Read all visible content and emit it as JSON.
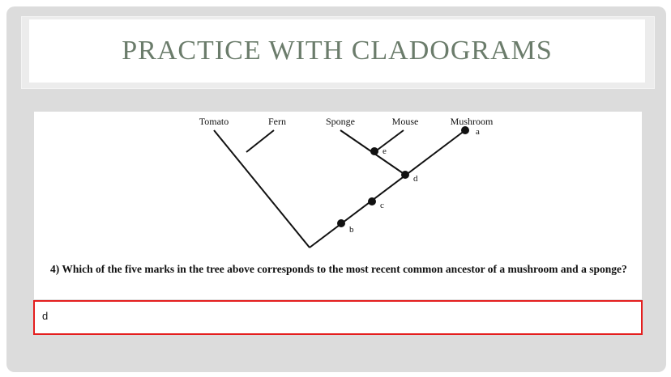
{
  "slide": {
    "title": "PRACTICE WITH CLADOGRAMS"
  },
  "cladogram": {
    "taxa": [
      "Tomato",
      "Fern",
      "Sponge",
      "Mouse",
      "Mushroom"
    ],
    "node_labels": {
      "a": "a",
      "b": "b",
      "c": "c",
      "d": "d",
      "e": "e"
    }
  },
  "question": {
    "text": "4) Which of the five marks in the tree above corresponds to the most recent common ancestor of a mushroom and a sponge?"
  },
  "answer": {
    "value": "d"
  },
  "colors": {
    "title": "#6b7c6b",
    "answer_border": "#e41e1e",
    "slide_background": "#dcdcdc"
  }
}
